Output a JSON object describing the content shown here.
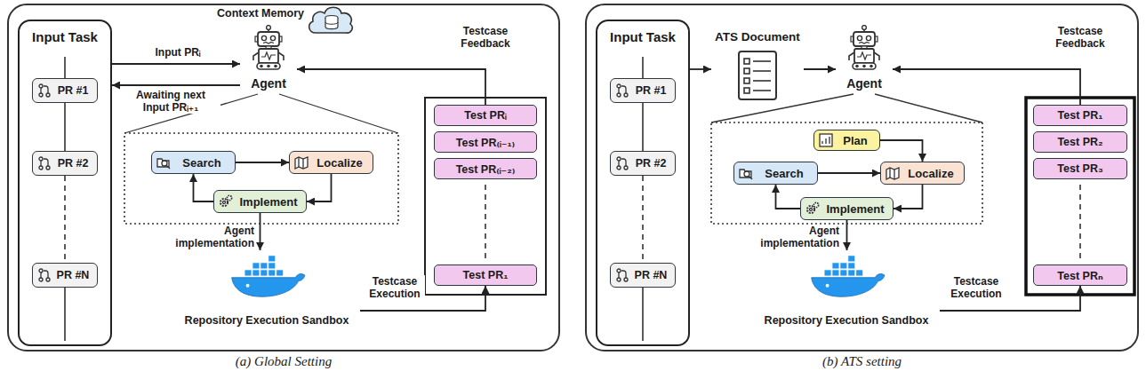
{
  "diagram": {
    "nodes": [
      {
        "text": [
          "(a) Global Setting"
        ]
      },
      {
        "text": [
          "Input Task"
        ],
        "in": 0
      },
      {
        "text": [
          "PR #1"
        ],
        "in": 1
      },
      {
        "text": [
          "PR #2"
        ],
        "in": 1
      },
      {
        "text": [
          "PR #N"
        ],
        "in": 1
      },
      {
        "text": [
          "Context Memory"
        ],
        "in": 0
      },
      {
        "text": [
          "Agent"
        ],
        "in": 0
      },
      {
        "text": [
          "Search"
        ],
        "in": 0
      },
      {
        "text": [
          "Localize"
        ],
        "in": 0
      },
      {
        "text": [
          "Implement"
        ],
        "in": 0
      },
      {
        "text": [
          "Repository Execution Sandbox"
        ],
        "in": 0
      },
      {
        "text": [
          "Test PRᵢ"
        ],
        "in": 0
      },
      {
        "text": [
          "Test PR₍ᵢ₋₁₎"
        ],
        "in": 0
      },
      {
        "text": [
          "Test PR₍ᵢ₋₂₎"
        ],
        "in": 0
      },
      {
        "text": [
          "Test PR₁"
        ],
        "in": 0
      },
      {
        "text": [
          "(b) ATS setting"
        ]
      },
      {
        "text": [
          "Input Task"
        ],
        "in": 15
      },
      {
        "text": [
          "PR #1"
        ],
        "in": 16
      },
      {
        "text": [
          "PR #2"
        ],
        "in": 16
      },
      {
        "text": [
          "PR #N"
        ],
        "in": 16
      },
      {
        "text": [
          "ATS Document"
        ],
        "in": 15
      },
      {
        "text": [
          "Agent"
        ],
        "in": 15
      },
      {
        "text": [
          "Plan"
        ],
        "in": 15
      },
      {
        "text": [
          "Search"
        ],
        "in": 15
      },
      {
        "text": [
          "Localize"
        ],
        "in": 15
      },
      {
        "text": [
          "Implement"
        ],
        "in": 15
      },
      {
        "text": [
          "Repository Execution Sandbox"
        ],
        "in": 15
      },
      {
        "text": [
          "Test PR₁"
        ],
        "in": 15
      },
      {
        "text": [
          "Test PR₂"
        ],
        "in": 15
      },
      {
        "text": [
          "Test PR₃"
        ],
        "in": 15
      },
      {
        "text": [
          "Test PRₙ"
        ],
        "in": 15
      }
    ],
    "edges": [
      {
        "from": 1,
        "to": 6,
        "label": "Input PRᵢ",
        "arrow": "to"
      },
      {
        "from": 6,
        "to": 1,
        "label": "Awaiting next Input PRᵢ₊₁",
        "arrow": "to"
      },
      {
        "from": 11,
        "to": 6,
        "label": "Testcase Feedback",
        "arrow": "to"
      },
      {
        "from": 7,
        "to": 8,
        "arrow": "to"
      },
      {
        "from": 8,
        "to": 9,
        "arrow": "to"
      },
      {
        "from": 9,
        "to": 7,
        "arrow": "to"
      },
      {
        "from": 9,
        "to": 10,
        "label": "Agent implementation",
        "arrow": "to"
      },
      {
        "from": 10,
        "to": 14,
        "label": "Testcase Execution",
        "arrow": "to"
      },
      {
        "from": 16,
        "to": 20,
        "arrow": "to"
      },
      {
        "from": 20,
        "to": 21,
        "arrow": "to"
      },
      {
        "from": 27,
        "to": 21,
        "label": "Testcase Feedback",
        "arrow": "to"
      },
      {
        "from": 22,
        "to": 24,
        "arrow": "to"
      },
      {
        "from": 23,
        "to": 24,
        "arrow": "to"
      },
      {
        "from": 24,
        "to": 25,
        "arrow": "to"
      },
      {
        "from": 25,
        "to": 23,
        "arrow": "to"
      },
      {
        "from": 25,
        "to": 26,
        "label": "Agent implementation",
        "arrow": "to"
      },
      {
        "from": 26,
        "to": 30,
        "label": "Testcase Execution",
        "arrow": "to"
      }
    ]
  }
}
